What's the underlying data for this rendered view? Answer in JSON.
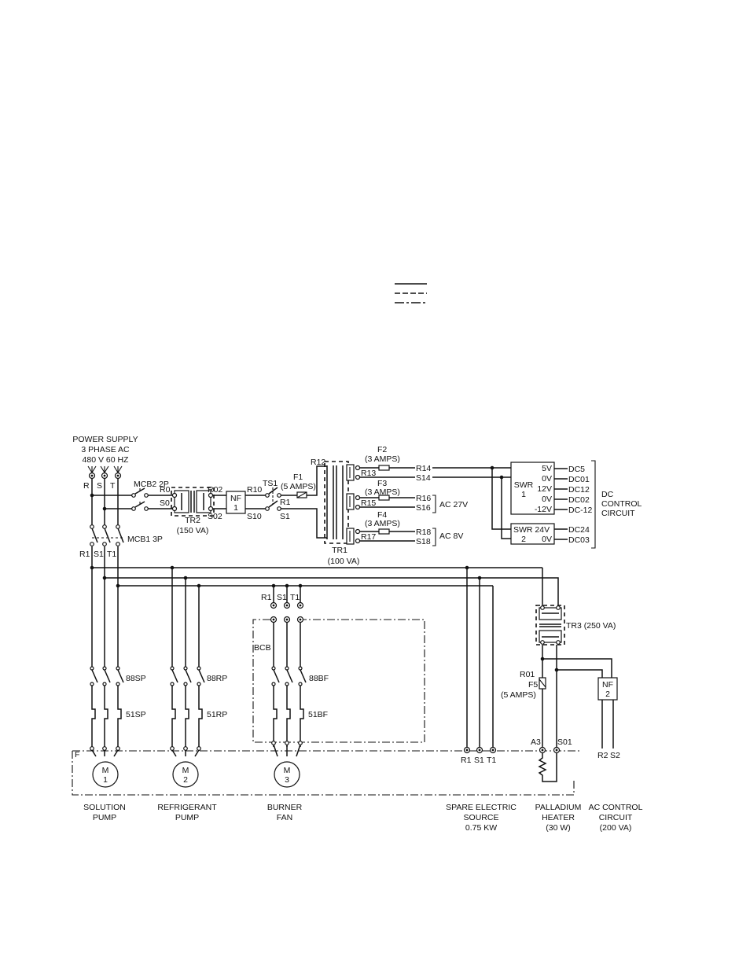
{
  "legend": {
    "lines": [
      "solid",
      "dashed",
      "dash-dot"
    ]
  },
  "power_supply": {
    "line1": "POWER SUPPLY",
    "line2": "3 PHASE AC",
    "line3": "480 V 60 HZ",
    "r": "R",
    "s": "S",
    "t": "T"
  },
  "mcb2": "MCB2 2P",
  "mcb1": "MCB1 3P",
  "mcb1_terms": {
    "r1": "R1",
    "s1": "S1",
    "t1": "T1"
  },
  "tr2": {
    "r0": "R0",
    "s0": "S0",
    "r02": "R02",
    "s02": "S02",
    "name": "TR2",
    "rating": "(150 VA)"
  },
  "nf1": {
    "line1": "NF",
    "line2": "1"
  },
  "r10": "R10",
  "s10": "S10",
  "ts1": {
    "name": "TS1",
    "r1": "R1",
    "s1": "S1"
  },
  "f1": {
    "name": "F1",
    "rating": "(5 AMPS)"
  },
  "tr1": {
    "r12": "R12",
    "name": "TR1",
    "rating": "(100 VA)"
  },
  "f2": {
    "name": "F2",
    "rating": "(3 AMPS)"
  },
  "f3": {
    "name": "F3",
    "rating": "(3 AMPS)"
  },
  "f4": {
    "name": "F4",
    "rating": "(3 AMPS)"
  },
  "secondary": {
    "r13": "R13",
    "r15": "R15",
    "r17": "R17",
    "r14": "R14",
    "s14": "S14",
    "r16": "R16",
    "s16": "S16",
    "r18": "R18",
    "s18": "S18",
    "ac27": "AC 27V",
    "ac8": "AC 8V"
  },
  "swr1": {
    "line1": "SWR",
    "line2": "1",
    "v1": "5V",
    "v2": "0V",
    "v3": "12V",
    "v4": "0V",
    "v5": "-12V"
  },
  "swr2": {
    "line1": "SWR 24V",
    "line2": "2",
    "v2": "0V"
  },
  "dc_outputs": [
    "DC5",
    "DC01",
    "DC12",
    "DC02",
    "DC-12",
    "DC24",
    "DC03"
  ],
  "dc_control": [
    "DC",
    "CONTROL",
    "CIRCUIT"
  ],
  "bcb": {
    "name": "BCB",
    "r1": "R1",
    "s1": "S1",
    "t1": "T1"
  },
  "tr3": "TR3 (250 VA)",
  "r01": "R01",
  "f5": {
    "name": "F5",
    "rating": "(5 AMPS)"
  },
  "nf2": {
    "line1": "NF",
    "line2": "2"
  },
  "contactors": {
    "sp": "88SP",
    "rp": "88RP",
    "bf": "88BF"
  },
  "overloads": {
    "sp": "51SP",
    "rp": "51RP",
    "bf": "51BF"
  },
  "frame": "F",
  "motors": [
    {
      "m": "M",
      "n": "1",
      "label1": "SOLUTION",
      "label2": "PUMP"
    },
    {
      "m": "M",
      "n": "2",
      "label1": "REFRIGERANT",
      "label2": "PUMP"
    },
    {
      "m": "M",
      "n": "3",
      "label1": "BURNER",
      "label2": "FAN"
    }
  ],
  "spare": {
    "r1": "R1",
    "s1": "S1",
    "t1": "T1",
    "line1": "SPARE ELECTRIC",
    "line2": "SOURCE",
    "line3": "0.75 KW"
  },
  "heater": {
    "a3": "A3",
    "s01": "S01",
    "line1": "PALLADIUM",
    "line2": "HEATER",
    "line3": "(30 W)"
  },
  "ac_control": {
    "r2": "R2",
    "s2": "S2",
    "line1": "AC CONTROL",
    "line2": "CIRCUIT",
    "line3": "(200 VA)"
  }
}
